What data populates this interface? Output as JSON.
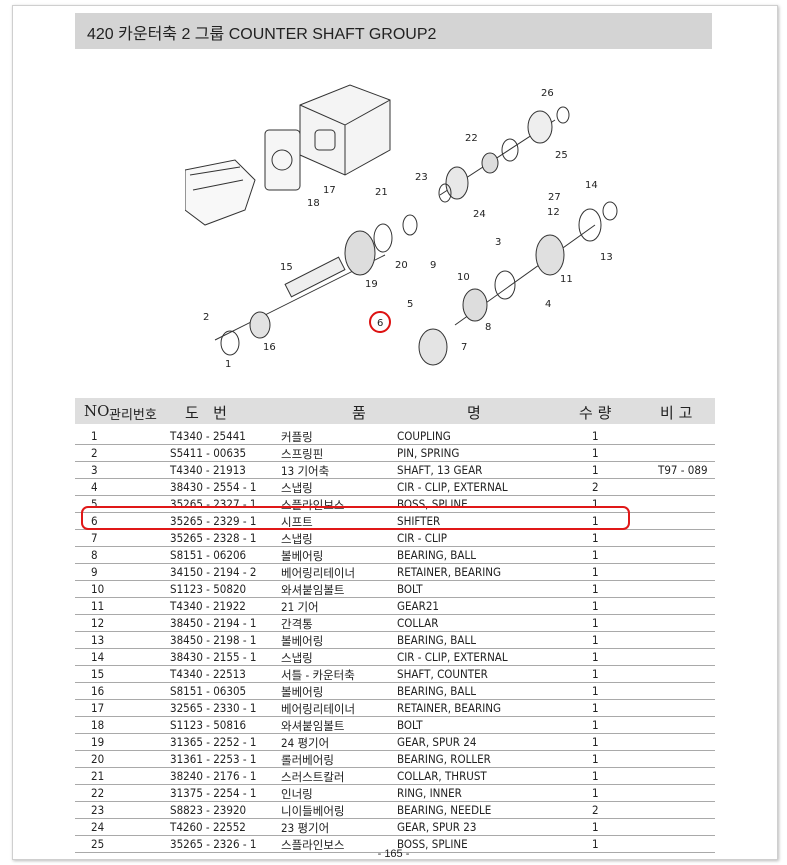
{
  "title": "420  카운터축 2 그룹 COUNTER SHAFT GROUP2",
  "headers": {
    "no": "NO",
    "mgmt": "관리번호",
    "drawing": "도   번",
    "item": "품",
    "name": "명",
    "qty": "수 량",
    "note": "비 고"
  },
  "diagram_labels": [
    "1",
    "2",
    "3",
    "4",
    "5",
    "6",
    "7",
    "8",
    "9",
    "10",
    "11",
    "12",
    "13",
    "14",
    "15",
    "16",
    "17",
    "18",
    "19",
    "20",
    "21",
    "22",
    "23",
    "24",
    "25",
    "26",
    "27"
  ],
  "rows": [
    {
      "no": "1",
      "part": "T4340 - 25441",
      "kor": "커플링",
      "name": "COUPLING",
      "qty": "1",
      "note": ""
    },
    {
      "no": "2",
      "part": "S5411 - 00635",
      "kor": "스프링핀",
      "name": "PIN, SPRING",
      "qty": "1",
      "note": ""
    },
    {
      "no": "3",
      "part": "T4340 - 21913",
      "kor": "13 기어축",
      "name": "SHAFT, 13 GEAR",
      "qty": "1",
      "note": "T97 - 089"
    },
    {
      "no": "4",
      "part": "38430 - 2554 - 1",
      "kor": "스냅링",
      "name": "CIR - CLIP, EXTERNAL",
      "qty": "2",
      "note": ""
    },
    {
      "no": "5",
      "part": "35265 - 2327 - 1",
      "kor": "스플라인보스",
      "name": "BOSS, SPLINE",
      "qty": "1",
      "note": ""
    },
    {
      "no": "6",
      "part": "35265 - 2329 - 1",
      "kor": "시프트",
      "name": "SHIFTER",
      "qty": "1",
      "note": ""
    },
    {
      "no": "7",
      "part": "35265 - 2328 - 1",
      "kor": "스냅링",
      "name": "CIR - CLIP",
      "qty": "1",
      "note": ""
    },
    {
      "no": "8",
      "part": "S8151 - 06206",
      "kor": "볼베어링",
      "name": "BEARING, BALL",
      "qty": "1",
      "note": ""
    },
    {
      "no": "9",
      "part": "34150 - 2194 - 2",
      "kor": "베어링리테이너",
      "name": "RETAINER, BEARING",
      "qty": "1",
      "note": ""
    },
    {
      "no": "10",
      "part": "S1123 - 50820",
      "kor": "와셔붙임볼트",
      "name": "BOLT",
      "qty": "1",
      "note": ""
    },
    {
      "no": "11",
      "part": "T4340 - 21922",
      "kor": "21 기어",
      "name": "GEAR21",
      "qty": "1",
      "note": ""
    },
    {
      "no": "12",
      "part": "38450 - 2194 - 1",
      "kor": "간격통",
      "name": "COLLAR",
      "qty": "1",
      "note": ""
    },
    {
      "no": "13",
      "part": "38450 - 2198 - 1",
      "kor": "볼베어링",
      "name": "BEARING, BALL",
      "qty": "1",
      "note": ""
    },
    {
      "no": "14",
      "part": "38430 - 2155 - 1",
      "kor": "스냅링",
      "name": "CIR - CLIP, EXTERNAL",
      "qty": "1",
      "note": ""
    },
    {
      "no": "15",
      "part": "T4340 - 22513",
      "kor": "서틀 - 카운터축",
      "name": "SHAFT, COUNTER",
      "qty": "1",
      "note": ""
    },
    {
      "no": "16",
      "part": "S8151 - 06305",
      "kor": "볼베어링",
      "name": "BEARING, BALL",
      "qty": "1",
      "note": ""
    },
    {
      "no": "17",
      "part": "32565 - 2330 - 1",
      "kor": "베어링리테이너",
      "name": "RETAINER, BEARING",
      "qty": "1",
      "note": ""
    },
    {
      "no": "18",
      "part": "S1123 - 50816",
      "kor": "와셔붙임볼트",
      "name": "BOLT",
      "qty": "1",
      "note": ""
    },
    {
      "no": "19",
      "part": "31365 - 2252 - 1",
      "kor": "24 평기어",
      "name": "GEAR, SPUR 24",
      "qty": "1",
      "note": ""
    },
    {
      "no": "20",
      "part": "31361 - 2253 - 1",
      "kor": "롤러베어링",
      "name": "BEARING, ROLLER",
      "qty": "1",
      "note": ""
    },
    {
      "no": "21",
      "part": "38240 - 2176 - 1",
      "kor": "스러스트칼러",
      "name": "COLLAR, THRUST",
      "qty": "1",
      "note": ""
    },
    {
      "no": "22",
      "part": "31375 - 2254 - 1",
      "kor": "인너링",
      "name": "RING, INNER",
      "qty": "1",
      "note": ""
    },
    {
      "no": "23",
      "part": "S8823 - 23920",
      "kor": "니이들베어링",
      "name": "BEARING, NEEDLE",
      "qty": "2",
      "note": ""
    },
    {
      "no": "24",
      "part": "T4260 - 22552",
      "kor": "23 평기어",
      "name": "GEAR, SPUR 23",
      "qty": "1",
      "note": ""
    },
    {
      "no": "25",
      "part": "35265 - 2326 - 1",
      "kor": "스플라인보스",
      "name": "BOSS, SPLINE",
      "qty": "1",
      "note": ""
    }
  ],
  "page_number": "- 165 -"
}
